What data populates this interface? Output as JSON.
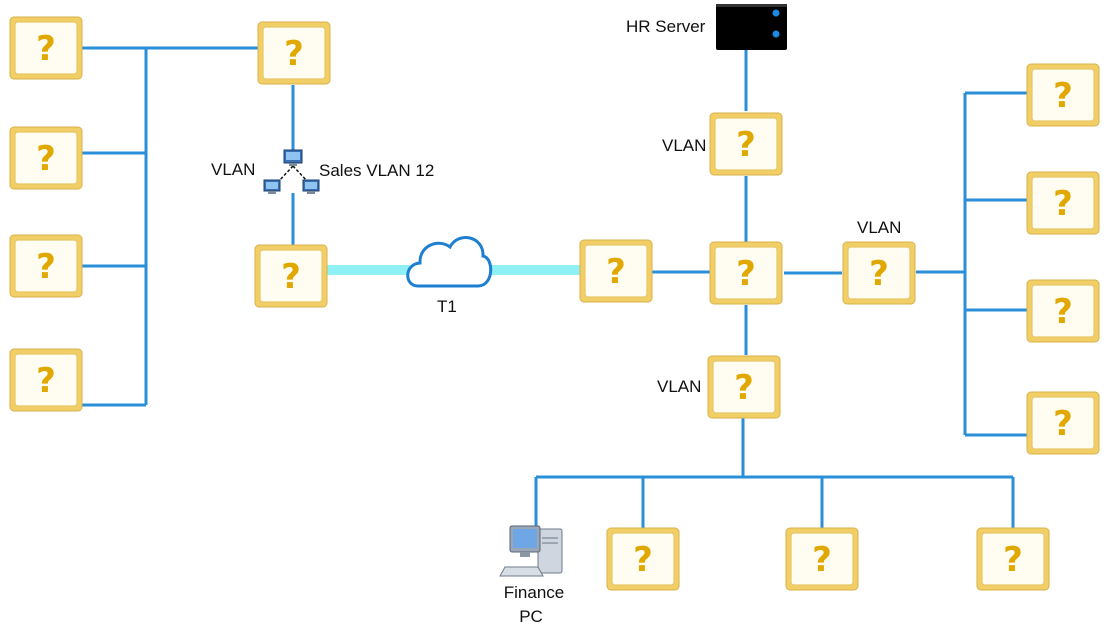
{
  "title": "",
  "unknown_device_label": "?",
  "labels": {
    "hr_server": "HR Server",
    "vlan_left": "VLAN",
    "sales_vlan": "Sales VLAN 12",
    "t1": "T1",
    "vlan_top": "VLAN",
    "vlan_right": "VLAN",
    "vlan_bottom": "VLAN",
    "finance_pc_line1": "Finance",
    "finance_pc_line2": "PC"
  },
  "colors": {
    "wire": "#2a8fd8",
    "t1_link": "#8ff0f5",
    "unknown_device_fill": "#f2cf66",
    "question_mark": "#e0a800",
    "server": "#000000"
  }
}
